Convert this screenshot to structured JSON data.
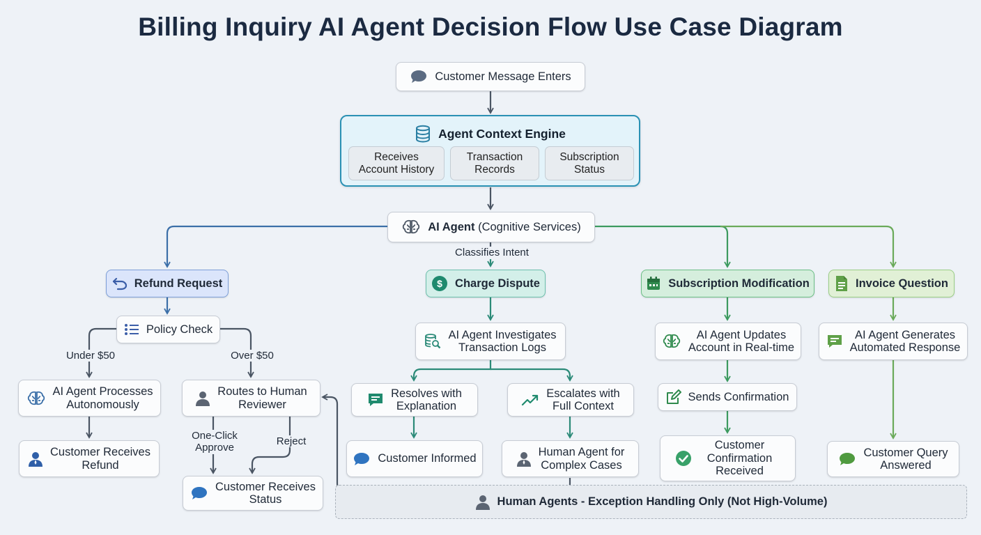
{
  "title": "Billing Inquiry AI Agent Decision Flow Use Case Diagram",
  "entry": {
    "label": "Customer Message Enters",
    "icon": "chat-bubble-icon"
  },
  "context_engine": {
    "title": "Agent Context Engine",
    "icon": "database-icon",
    "items": [
      "Receives\nAccount History",
      "Transaction\nRecords",
      "Subscription\nStatus"
    ]
  },
  "ai_agent": {
    "title": "AI Agent",
    "subtitle": "(Cognitive Services)",
    "icon": "brain-icon",
    "edge_label": "Classifies Intent"
  },
  "refund": {
    "category": "Refund Request",
    "policy_check": "Policy Check",
    "under_label": "Under $50",
    "over_label": "Over $50",
    "auto_process": "AI Agent Processes\nAutonomously",
    "customer_refund": "Customer Receives\nRefund",
    "human_reviewer": "Routes to Human\nReviewer",
    "approve_label": "One-Click\nApprove",
    "reject_label": "Reject",
    "customer_status": "Customer Receives\nStatus"
  },
  "dispute": {
    "category": "Charge Dispute",
    "investigate": "AI Agent Investigates\nTransaction Logs",
    "resolve": "Resolves with\nExplanation",
    "escalate": "Escalates with\nFull Context",
    "informed": "Customer Informed",
    "complex": "Human Agent for\nComplex Cases"
  },
  "subscription": {
    "category": "Subscription Modification",
    "update": "AI Agent Updates\nAccount in Real-time",
    "confirm": "Sends Confirmation",
    "received": "Customer\nConfirmation\nReceived"
  },
  "invoice": {
    "category": "Invoice Question",
    "generate": "AI Agent Generates\nAutomated Response",
    "answered": "Customer Query\nAnswered"
  },
  "human_agents": "Human Agents - Exception Handling Only (Not High-Volume)",
  "colors": {
    "blue": "#3b6fa8",
    "teal": "#2b8a78",
    "green": "#3c9a5f",
    "lightgreen": "#6aaa5a",
    "dark": "#4a5563"
  }
}
